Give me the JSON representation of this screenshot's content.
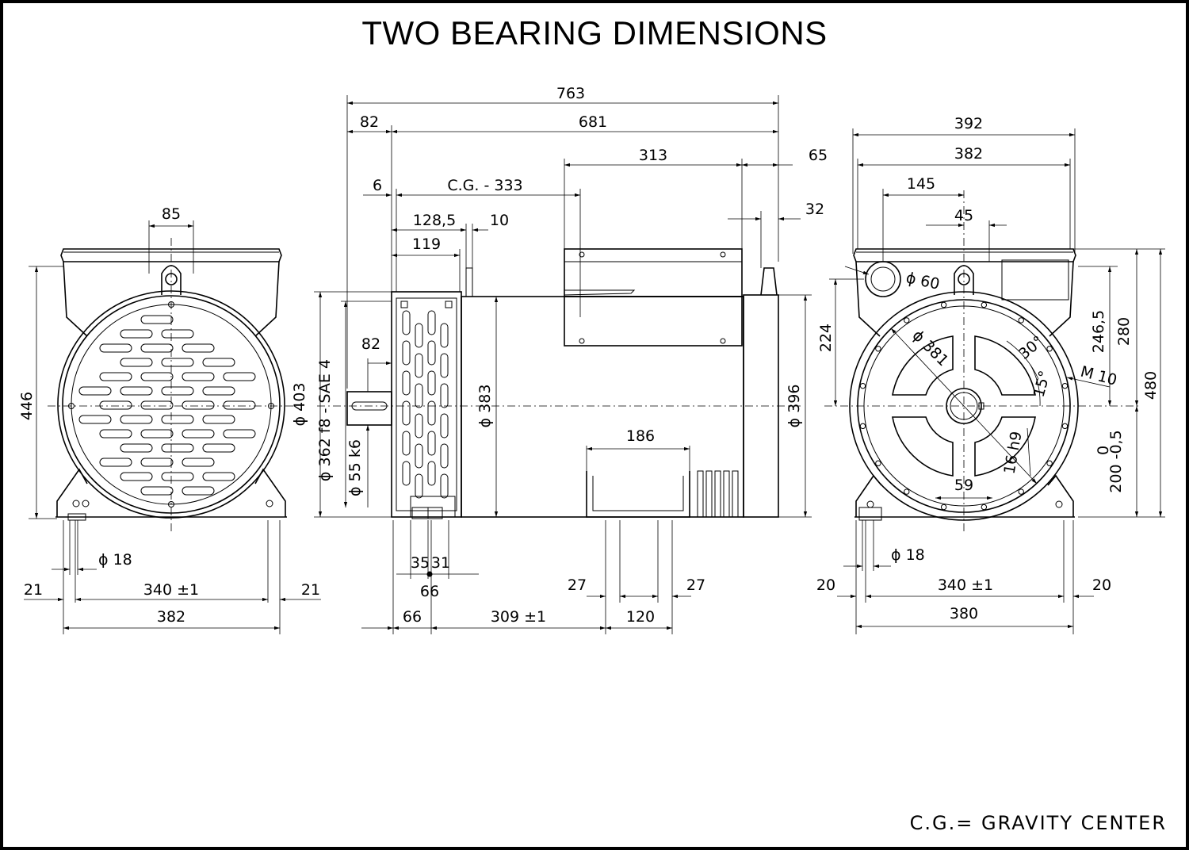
{
  "title": "TWO BEARING DIMENSIONS",
  "legend": "C.G.= GRAVITY CENTER",
  "front_view": {
    "dim_85": "85",
    "dim_446": "446",
    "dim_d18": "ϕ 18",
    "dim_21_left": "21",
    "dim_340": "340 ±1",
    "dim_21_right": "21",
    "dim_382": "382"
  },
  "side_view": {
    "dim_763": "763",
    "dim_82_top": "82",
    "dim_681": "681",
    "dim_313": "313",
    "dim_65": "65",
    "dim_6": "6",
    "dim_cg": "C.G.  -   333",
    "dim_128": "128,5",
    "dim_10": "10",
    "dim_32": "32",
    "dim_119": "119",
    "dim_82_shaft": "82",
    "dim_d403": "ϕ 403",
    "dim_sae": "ϕ 362  f8  -  SAE  4",
    "dim_d55": "ϕ 55  k6",
    "dim_d383": "ϕ 383",
    "dim_d396": "ϕ 396",
    "dim_186": "186",
    "dim_35": "35",
    "dim_31": "31",
    "dim_66_mid": "66",
    "dim_27_left": "27",
    "dim_27_right": "27",
    "dim_66_bottom": "66",
    "dim_309": "309 ±1",
    "dim_120": "120"
  },
  "rear_view": {
    "dim_392": "392",
    "dim_382": "382",
    "dim_145": "145",
    "dim_45": "45",
    "dim_d60": "ϕ 60",
    "dim_d381": "ϕ 381",
    "dim_30": "30°",
    "dim_m10": "M 10",
    "dim_15": "15°",
    "dim_16h9": "16 h9",
    "dim_59": "59",
    "dim_224": "224",
    "dim_246": "246,5",
    "dim_280": "280",
    "dim_480": "480",
    "dim_200_0": "0",
    "dim_200": "200 -0,5",
    "dim_d18": "ϕ 18",
    "dim_20_left": "20",
    "dim_340": "340 ±1",
    "dim_20_right": "20",
    "dim_380": "380"
  }
}
